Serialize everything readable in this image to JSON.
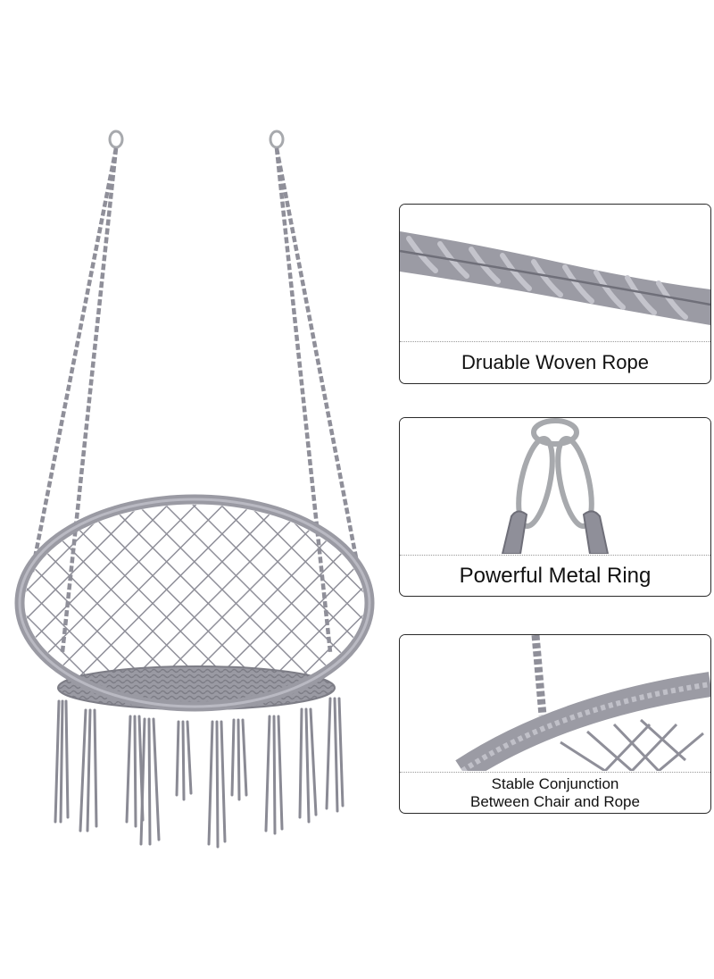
{
  "image": {
    "subject": "hammock-chair",
    "colors": {
      "rope": "#8f8f99",
      "rope_dark": "#6e6e78",
      "rope_light": "#b9b9c2",
      "metal": "#a7a9ad",
      "border": "#2a2a2a"
    }
  },
  "panels": [
    {
      "icon": "woven-rope-closeup",
      "caption": "Druable Woven Rope"
    },
    {
      "icon": "metal-ring-closeup",
      "caption": "Powerful Metal Ring"
    },
    {
      "icon": "chair-rope-junction-closeup",
      "caption_line1": "Stable Conjunction",
      "caption_line2": "Between Chair and Rope"
    }
  ]
}
